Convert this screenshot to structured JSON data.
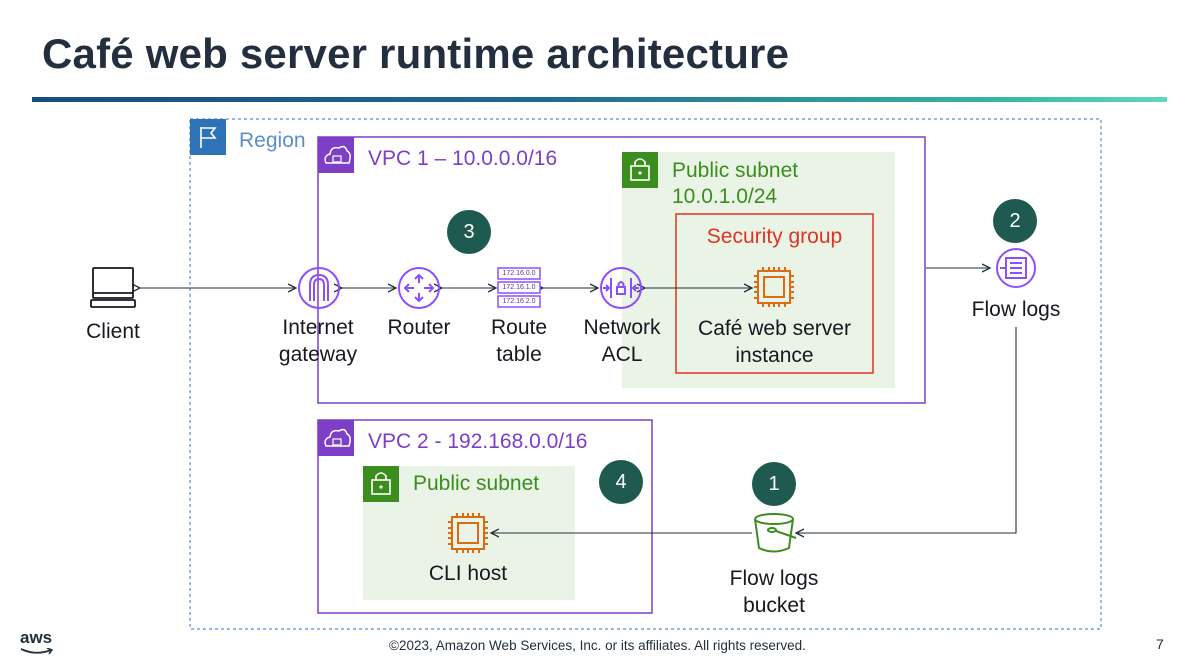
{
  "title": "Café web server runtime architecture",
  "region_label": "Region",
  "vpc1_label": "VPC 1 – 10.0.0.0/16",
  "vpc2_label": "VPC 2 - 192.168.0.0/16",
  "public_subnet1": {
    "line1": "Public subnet",
    "line2": "10.0.1.0/24"
  },
  "public_subnet2_label": "Public subnet",
  "security_group_label": "Security group",
  "nodes": {
    "client": "Client",
    "igw_line1": "Internet",
    "igw_line2": "gateway",
    "router": "Router",
    "route_table_line1": "Route",
    "route_table_line2": "table",
    "nacl_line1": "Network",
    "nacl_line2": "ACL",
    "instance_line1": "Café web server",
    "instance_line2": "instance",
    "flow_logs": "Flow logs",
    "bucket_line1": "Flow logs",
    "bucket_line2": "bucket",
    "cli_host": "CLI host"
  },
  "route_table_entries": [
    "172.16.0.0",
    "172.16.1.0",
    "172.16.2.0"
  ],
  "badges": {
    "b1": "1",
    "b2": "2",
    "b3": "3",
    "b4": "4"
  },
  "footer": "©2023, Amazon Web Services, Inc. or its affiliates. All rights reserved.",
  "page_number": "7",
  "logo_text": "aws",
  "colors": {
    "region": "#5b8fc8",
    "vpc": "#7d3fc6",
    "subnet": "#3b8e1e",
    "subnet_fill": "#e9f3e6",
    "security_group": "#dd3522",
    "compute": "#dd6b10",
    "network": "#8c4fff",
    "badge": "#1e5a50"
  }
}
